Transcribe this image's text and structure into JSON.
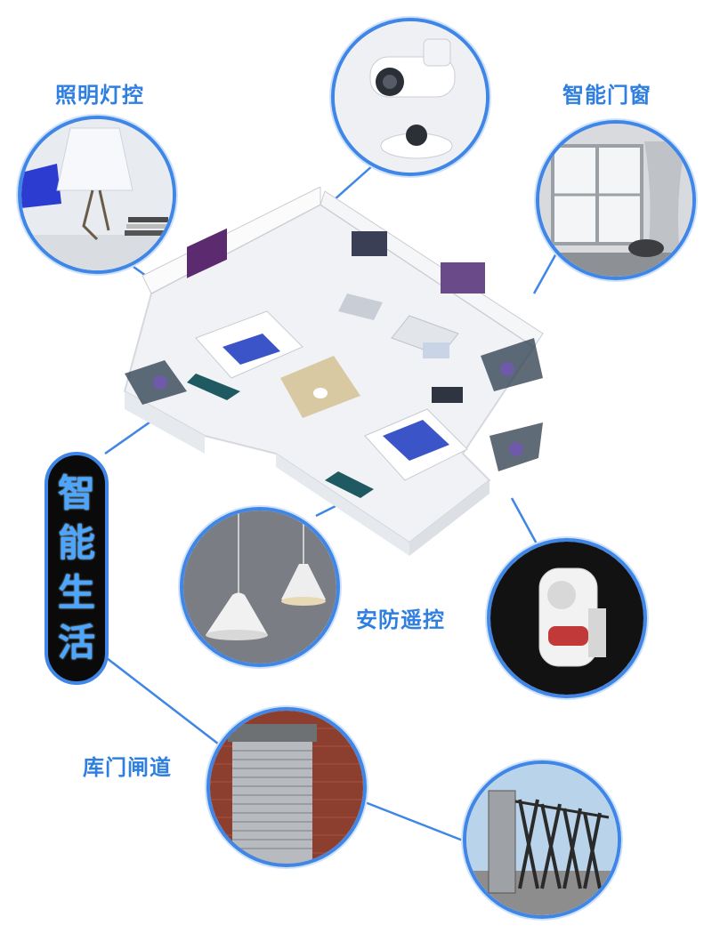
{
  "theme": {
    "accent": "#3f86e6",
    "label_color": "#2f7fe0",
    "badge_bg": "#0a0a0a",
    "badge_text": "#4aa6ff"
  },
  "badge": {
    "chars": [
      "智",
      "能",
      "生",
      "活"
    ]
  },
  "features": {
    "lighting": {
      "label": "照明灯控",
      "icon": "desk-lamp-icon"
    },
    "camera": {
      "icon": "security-camera-icon"
    },
    "windows": {
      "label": "智能门窗",
      "icon": "window-curtain-icon"
    },
    "pendant": {
      "icon": "pendant-lamp-icon"
    },
    "security": {
      "label": "安防遥控",
      "icon": "motion-sensor-icon"
    },
    "garage": {
      "label": "库门闸道",
      "icon": "roller-shutter-icon"
    },
    "gate": {
      "icon": "retractable-gate-icon"
    }
  }
}
